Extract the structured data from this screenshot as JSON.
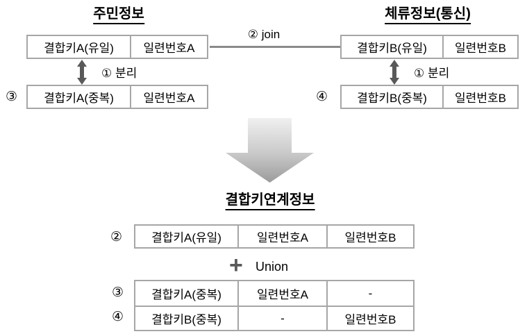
{
  "colors": {
    "table_border": "#a6a6a6",
    "join_line": "#8a8a8a",
    "arrow_dark": "#595959",
    "big_arrow_top": "#f0f0f0",
    "big_arrow_bottom": "#9b9b9b",
    "text": "#000000"
  },
  "left": {
    "title": "주민정보",
    "top_row": [
      "결합키A(유일)",
      "일련번호A"
    ],
    "separate_label": "① 분리",
    "badge": "③",
    "bottom_row": [
      "결합키A(중복)",
      "일련번호A"
    ]
  },
  "right": {
    "title": "체류정보(통신)",
    "top_row": [
      "결합키B(유일)",
      "일련번호B"
    ],
    "separate_label": "① 분리",
    "badge": "④",
    "bottom_row": [
      "결합키B(중복)",
      "일련번호B"
    ]
  },
  "join": {
    "label": "② join"
  },
  "result": {
    "title": "결합키연계정보",
    "joined": {
      "badge": "②",
      "cells": [
        "결합키A(유일)",
        "일련번호A",
        "일련번호B"
      ]
    },
    "union": {
      "plus": "+",
      "label": "Union"
    },
    "rows": [
      {
        "badge": "③",
        "cells": [
          "결합키A(중복)",
          "일련번호A",
          "-"
        ]
      },
      {
        "badge": "④",
        "cells": [
          "결합키B(중복)",
          "-",
          "일련번호B"
        ]
      }
    ]
  }
}
